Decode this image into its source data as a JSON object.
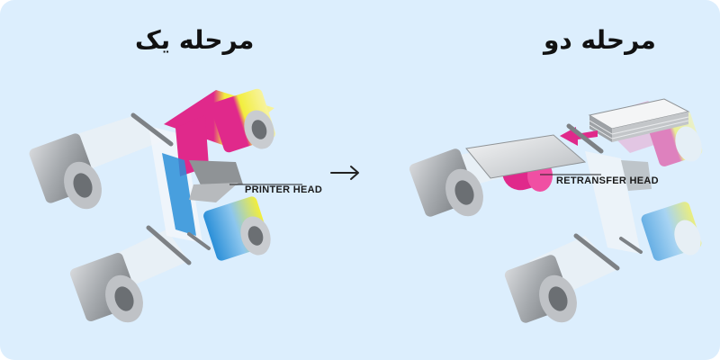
{
  "stage_one": {
    "title": "مرحله یک",
    "printer_head_label": "PRINTER HEAD"
  },
  "stage_two": {
    "title": "مرحله دو",
    "retransfer_head_label": "RETRANSFER HEAD"
  },
  "colors": {
    "background": "#dceefd",
    "magenta": "#e0298b",
    "yellow": "#f2ee3c",
    "cyan": "#2a8fd8",
    "roll_grey": "#9a9ea3",
    "film": "#e6edf3"
  },
  "icons": [
    "arrow-right-icon",
    "process-arrow-icon"
  ]
}
